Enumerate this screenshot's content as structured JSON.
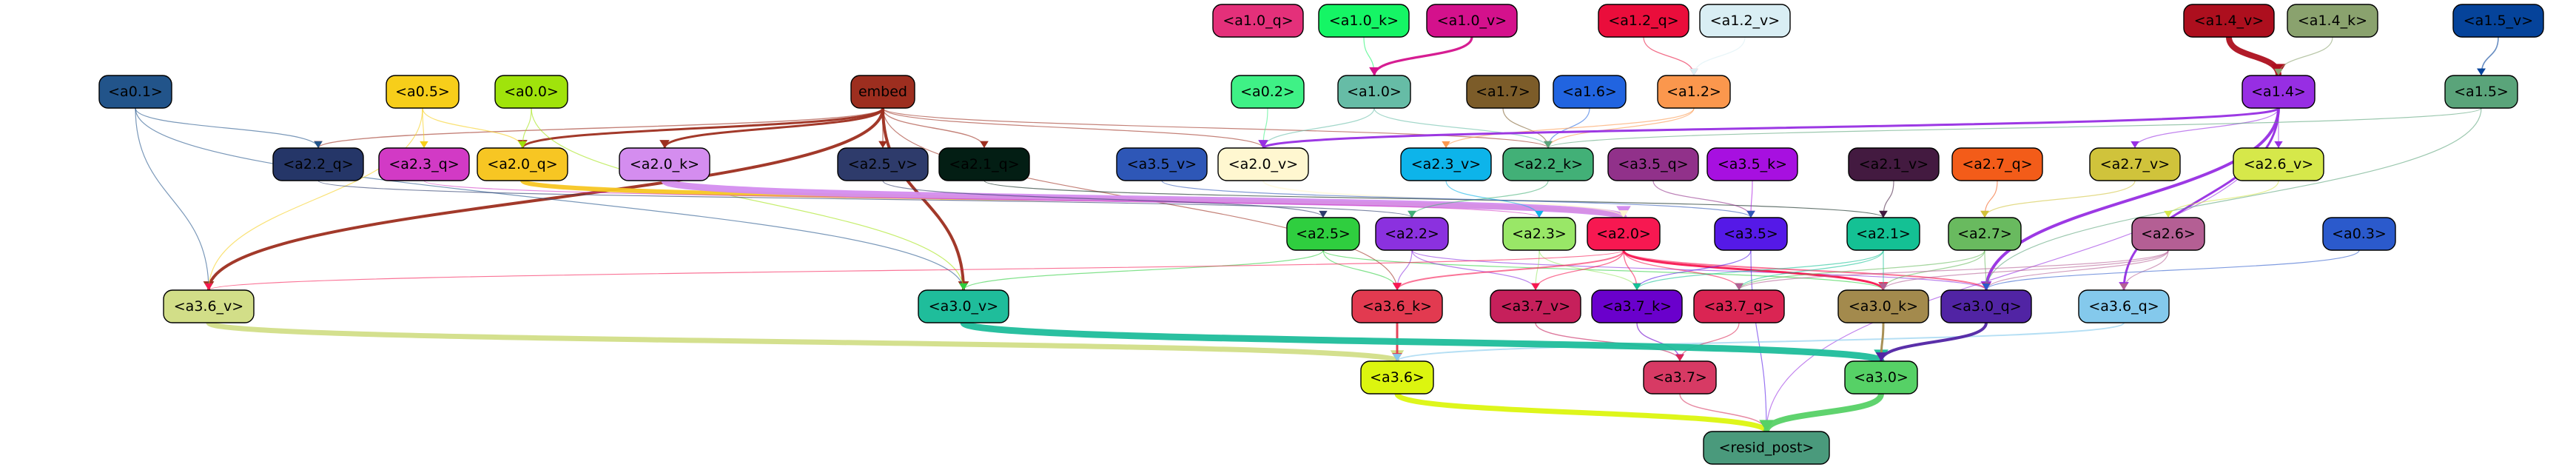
{
  "nodes": [
    {
      "id": "a1.0_q",
      "label": "<a1.0_q>",
      "fill": "#e4307a",
      "text": "#000000"
    },
    {
      "id": "a1.0_k",
      "label": "<a1.0_k>",
      "fill": "#15f565",
      "text": "#000000"
    },
    {
      "id": "a1.0_v",
      "label": "<a1.0_v>",
      "fill": "#d4118c",
      "text": "#000000"
    },
    {
      "id": "a1.2_q",
      "label": "<a1.2_q>",
      "fill": "#ea0d3b",
      "text": "#000000"
    },
    {
      "id": "a1.2_v",
      "label": "<a1.2_v>",
      "fill": "#d9eef4",
      "text": "#000000"
    },
    {
      "id": "a1.4_v",
      "label": "<a1.4_v>",
      "fill": "#ad0f1e",
      "text": "#000000"
    },
    {
      "id": "a1.4_k",
      "label": "<a1.4_k>",
      "fill": "#8aa26e",
      "text": "#000000"
    },
    {
      "id": "a1.5_v",
      "label": "<a1.5_v>",
      "fill": "#05439a",
      "text": "#000000"
    },
    {
      "id": "a0.1",
      "label": "<a0.1>",
      "fill": "#22548a",
      "text": "#000000"
    },
    {
      "id": "a0.5",
      "label": "<a0.5>",
      "fill": "#f7ce1a",
      "text": "#000000"
    },
    {
      "id": "a0.0",
      "label": "<a0.0>",
      "fill": "#a0e30b",
      "text": "#000000"
    },
    {
      "id": "embed",
      "label": "embed",
      "fill": "#9d2e1f",
      "text": "#000000"
    },
    {
      "id": "a0.2",
      "label": "<a0.2>",
      "fill": "#3ff186",
      "text": "#000000"
    },
    {
      "id": "a1.0",
      "label": "<a1.0>",
      "fill": "#66bca6",
      "text": "#000000"
    },
    {
      "id": "a1.7",
      "label": "<a1.7>",
      "fill": "#7c5c29",
      "text": "#000000"
    },
    {
      "id": "a1.6",
      "label": "<a1.6>",
      "fill": "#2164e0",
      "text": "#000000"
    },
    {
      "id": "a1.2",
      "label": "<a1.2>",
      "fill": "#fb974d",
      "text": "#000000"
    },
    {
      "id": "a1.4",
      "label": "<a1.4>",
      "fill": "#972ee3",
      "text": "#000000"
    },
    {
      "id": "a1.5",
      "label": "<a1.5>",
      "fill": "#5aa47a",
      "text": "#000000"
    },
    {
      "id": "a2.2_q",
      "label": "<a2.2_q>",
      "fill": "#253668",
      "text": "#000000"
    },
    {
      "id": "a2.3_q",
      "label": "<a2.3_q>",
      "fill": "#d23ac5",
      "text": "#000000"
    },
    {
      "id": "a2.0_q",
      "label": "<a2.0_q>",
      "fill": "#f7c623",
      "text": "#000000"
    },
    {
      "id": "a2.0_k",
      "label": "<a2.0_k>",
      "fill": "#d48def",
      "text": "#000000"
    },
    {
      "id": "a2.5_v",
      "label": "<a2.5_v>",
      "fill": "#2e3b6b",
      "text": "#000000"
    },
    {
      "id": "a2.1_q",
      "label": "<a2.1_q>",
      "fill": "#031e14",
      "text": "#000000"
    },
    {
      "id": "a3.5_v",
      "label": "<a3.5_v>",
      "fill": "#2e57b7",
      "text": "#000000"
    },
    {
      "id": "a2.0_v",
      "label": "<a2.0_v>",
      "fill": "#fff7d0",
      "text": "#000000"
    },
    {
      "id": "a2.3_v",
      "label": "<a2.3_v>",
      "fill": "#0db4ea",
      "text": "#000000"
    },
    {
      "id": "a2.2_k",
      "label": "<a2.2_k>",
      "fill": "#42b077",
      "text": "#000000"
    },
    {
      "id": "a3.5_q",
      "label": "<a3.5_q>",
      "fill": "#91318a",
      "text": "#000000"
    },
    {
      "id": "a3.5_k",
      "label": "<a3.5_k>",
      "fill": "#a710e0",
      "text": "#000000"
    },
    {
      "id": "a2.1_v",
      "label": "<a2.1_v>",
      "fill": "#431a40",
      "text": "#000000"
    },
    {
      "id": "a2.7_q",
      "label": "<a2.7_q>",
      "fill": "#f35c19",
      "text": "#000000"
    },
    {
      "id": "a2.7_v",
      "label": "<a2.7_v>",
      "fill": "#d0c33b",
      "text": "#000000"
    },
    {
      "id": "a2.6_v",
      "label": "<a2.6_v>",
      "fill": "#d6e84a",
      "text": "#000000"
    },
    {
      "id": "a2.5",
      "label": "<a2.5>",
      "fill": "#2fce3f",
      "text": "#000000"
    },
    {
      "id": "a2.2",
      "label": "<a2.2>",
      "fill": "#8b31df",
      "text": "#000000"
    },
    {
      "id": "a2.3",
      "label": "<a2.3>",
      "fill": "#99e767",
      "text": "#000000"
    },
    {
      "id": "a2.0",
      "label": "<a2.0>",
      "fill": "#f71851",
      "text": "#000000"
    },
    {
      "id": "a3.5",
      "label": "<a3.5>",
      "fill": "#5519e7",
      "text": "#000000"
    },
    {
      "id": "a2.1",
      "label": "<a2.1>",
      "fill": "#14c194",
      "text": "#000000"
    },
    {
      "id": "a2.7",
      "label": "<a2.7>",
      "fill": "#69ba5f",
      "text": "#000000"
    },
    {
      "id": "a2.6",
      "label": "<a2.6>",
      "fill": "#b45f94",
      "text": "#000000"
    },
    {
      "id": "a0.3",
      "label": "<a0.3>",
      "fill": "#2b5acc",
      "text": "#000000"
    },
    {
      "id": "a3.6_v",
      "label": "<a3.6_v>",
      "fill": "#d2de88",
      "text": "#000000"
    },
    {
      "id": "a3.0_v",
      "label": "<a3.0_v>",
      "fill": "#1fbd9b",
      "text": "#000000"
    },
    {
      "id": "a3.6_k",
      "label": "<a3.6_k>",
      "fill": "#e23a50",
      "text": "#000000"
    },
    {
      "id": "a3.7_v",
      "label": "<a3.7_v>",
      "fill": "#c6205b",
      "text": "#000000"
    },
    {
      "id": "a3.7_k",
      "label": "<a3.7_k>",
      "fill": "#6a00cc",
      "text": "#000000"
    },
    {
      "id": "a3.7_q",
      "label": "<a3.7_q>",
      "fill": "#da2553",
      "text": "#000000"
    },
    {
      "id": "a3.0_k",
      "label": "<a3.0_k>",
      "fill": "#a38a4d",
      "text": "#000000"
    },
    {
      "id": "a3.0_q",
      "label": "<a3.0_q>",
      "fill": "#5124a4",
      "text": "#000000"
    },
    {
      "id": "a3.6_q",
      "label": "<a3.6_q>",
      "fill": "#84c9ec",
      "text": "#000000"
    },
    {
      "id": "a3.6",
      "label": "<a3.6>",
      "fill": "#dcf50f",
      "text": "#000000"
    },
    {
      "id": "a3.7",
      "label": "<a3.7>",
      "fill": "#d73a64",
      "text": "#000000"
    },
    {
      "id": "a3.0",
      "label": "<a3.0>",
      "fill": "#56d166",
      "text": "#000000"
    },
    {
      "id": "resid_post",
      "label": "<resid_post>",
      "fill": "#4a9a7c",
      "text": "#000000"
    }
  ],
  "edges": [
    {
      "from": "a1.0_k",
      "to": "a1.0",
      "color": "#15f565",
      "weight": 1.2
    },
    {
      "from": "a1.0_v",
      "to": "a1.0",
      "color": "#d4118c",
      "weight": 3.2
    },
    {
      "from": "a1.2_q",
      "to": "a1.2",
      "color": "#ea0d3b",
      "weight": 1.2
    },
    {
      "from": "a1.2_v",
      "to": "a1.2",
      "color": "#d9eef4",
      "weight": 1.2
    },
    {
      "from": "a1.4_v",
      "to": "a1.4",
      "color": "#ad0f1e",
      "weight": 8
    },
    {
      "from": "a1.4_k",
      "to": "a1.4",
      "color": "#8aa26e",
      "weight": 1.2
    },
    {
      "from": "a1.5_v",
      "to": "a1.5",
      "color": "#05439a",
      "weight": 1.6
    },
    {
      "from": "embed",
      "to": "a2.0_q",
      "color": "#9d2e1f",
      "weight": 3
    },
    {
      "from": "embed",
      "to": "a2.0_k",
      "color": "#9d2e1f",
      "weight": 3
    },
    {
      "from": "embed",
      "to": "a2.2_q",
      "color": "#9d2e1f",
      "weight": 1.4
    },
    {
      "from": "embed",
      "to": "a2.5_v",
      "color": "#9d2e1f",
      "weight": 1.4
    },
    {
      "from": "embed",
      "to": "a2.1_q",
      "color": "#9d2e1f",
      "weight": 1.4
    },
    {
      "from": "embed",
      "to": "a2.0_v",
      "color": "#9d2e1f",
      "weight": 1.2
    },
    {
      "from": "embed",
      "to": "a2.2_k",
      "color": "#9d2e1f",
      "weight": 1.2
    },
    {
      "from": "embed",
      "to": "a3.6_v",
      "color": "#9d2e1f",
      "weight": 4
    },
    {
      "from": "embed",
      "to": "a3.0_v",
      "color": "#9d2e1f",
      "weight": 4
    },
    {
      "from": "embed",
      "to": "a3.6_k",
      "color": "#9d2e1f",
      "weight": 1.2
    },
    {
      "from": "a0.1",
      "to": "a2.2_q",
      "color": "#22548a",
      "weight": 1.2
    },
    {
      "from": "a0.1",
      "to": "a3.6_v",
      "color": "#22548a",
      "weight": 1.2
    },
    {
      "from": "a0.1",
      "to": "a3.0_v",
      "color": "#22548a",
      "weight": 1.2
    },
    {
      "from": "a0.5",
      "to": "a2.3_q",
      "color": "#f7ce1a",
      "weight": 1.2
    },
    {
      "from": "a0.5",
      "to": "a2.0_q",
      "color": "#f7ce1a",
      "weight": 1.2
    },
    {
      "from": "a0.5",
      "to": "a3.6_v",
      "color": "#f7ce1a",
      "weight": 1.2
    },
    {
      "from": "a0.0",
      "to": "a2.0_q",
      "color": "#a0e30b",
      "weight": 1.2
    },
    {
      "from": "a0.0",
      "to": "a3.0_v",
      "color": "#a0e30b",
      "weight": 1.2
    },
    {
      "from": "a0.2",
      "to": "a2.0_v",
      "color": "#3ff186",
      "weight": 1.2
    },
    {
      "from": "a1.0",
      "to": "a2.0_v",
      "color": "#66bca6",
      "weight": 1.2
    },
    {
      "from": "a1.0",
      "to": "a2.2_k",
      "color": "#66bca6",
      "weight": 1.2
    },
    {
      "from": "a1.7",
      "to": "a2.2_k",
      "color": "#7c5c29",
      "weight": 1.2
    },
    {
      "from": "a1.6",
      "to": "a2.2_k",
      "color": "#2164e0",
      "weight": 1.2
    },
    {
      "from": "a1.2",
      "to": "a2.2_k",
      "color": "#fb974d",
      "weight": 1.2
    },
    {
      "from": "a1.2",
      "to": "a2.3_v",
      "color": "#fb974d",
      "weight": 1.2
    },
    {
      "from": "a1.4",
      "to": "a2.0_v",
      "color": "#972ee3",
      "weight": 3
    },
    {
      "from": "a1.4",
      "to": "a2.7_v",
      "color": "#972ee3",
      "weight": 1.2
    },
    {
      "from": "a1.4",
      "to": "a2.6_v",
      "color": "#972ee3",
      "weight": 1.2
    },
    {
      "from": "a1.4",
      "to": "a3.0_q",
      "color": "#972ee3",
      "weight": 4
    },
    {
      "from": "a1.4",
      "to": "a3.6_q",
      "color": "#972ee3",
      "weight": 3
    },
    {
      "from": "a1.4",
      "to": "resid_post",
      "color": "#972ee3",
      "weight": 1.2
    },
    {
      "from": "a1.5",
      "to": "a2.2_k",
      "color": "#5aa47a",
      "weight": 1.2
    },
    {
      "from": "a1.5",
      "to": "a3.0_q",
      "color": "#5aa47a",
      "weight": 1.2
    },
    {
      "from": "a2.0_q",
      "to": "a2.0",
      "color": "#f7c623",
      "weight": 6
    },
    {
      "from": "a2.0_k",
      "to": "a2.0",
      "color": "#d48def",
      "weight": 9
    },
    {
      "from": "a2.0_v",
      "to": "a2.0",
      "color": "#fff7d0",
      "weight": 2
    },
    {
      "from": "a2.2_q",
      "to": "a2.2",
      "color": "#253668",
      "weight": 1.2
    },
    {
      "from": "a2.3_q",
      "to": "a2.3",
      "color": "#d23ac5",
      "weight": 1.2
    },
    {
      "from": "a2.5_v",
      "to": "a2.5",
      "color": "#2e3b6b",
      "weight": 1.2
    },
    {
      "from": "a2.1_q",
      "to": "a2.1",
      "color": "#031e14",
      "weight": 1.2
    },
    {
      "from": "a2.3_v",
      "to": "a2.3",
      "color": "#0db4ea",
      "weight": 1.2
    },
    {
      "from": "a2.2_k",
      "to": "a2.2",
      "color": "#42b077",
      "weight": 1.2
    },
    {
      "from": "a3.5_q",
      "to": "a3.5",
      "color": "#91318a",
      "weight": 1.2
    },
    {
      "from": "a3.5_k",
      "to": "a3.5",
      "color": "#a710e0",
      "weight": 1.2
    },
    {
      "from": "a3.5_v",
      "to": "a3.5",
      "color": "#2e57b7",
      "weight": 1.2
    },
    {
      "from": "a2.1_v",
      "to": "a2.1",
      "color": "#431a40",
      "weight": 1.2
    },
    {
      "from": "a2.7_q",
      "to": "a2.7",
      "color": "#f35c19",
      "weight": 1.2
    },
    {
      "from": "a2.7_v",
      "to": "a2.7",
      "color": "#d0c33b",
      "weight": 1.2
    },
    {
      "from": "a2.6_v",
      "to": "a2.6",
      "color": "#d6e84a",
      "weight": 1.2
    },
    {
      "from": "a2.5",
      "to": "a3.0_v",
      "color": "#2fce3f",
      "weight": 1.2
    },
    {
      "from": "a2.5",
      "to": "a3.6_k",
      "color": "#2fce3f",
      "weight": 1.2
    },
    {
      "from": "a2.5",
      "to": "a3.0_k",
      "color": "#2fce3f",
      "weight": 1.2
    },
    {
      "from": "a2.2",
      "to": "a3.6_k",
      "color": "#8b31df",
      "weight": 1.2
    },
    {
      "from": "a2.2",
      "to": "a3.7_v",
      "color": "#8b31df",
      "weight": 1.2
    },
    {
      "from": "a2.2",
      "to": "a3.0_q",
      "color": "#8b31df",
      "weight": 1.2
    },
    {
      "from": "a2.3",
      "to": "a3.7_v",
      "color": "#99e767",
      "weight": 1.2
    },
    {
      "from": "a2.3",
      "to": "a3.7_k",
      "color": "#99e767",
      "weight": 1.2
    },
    {
      "from": "a2.0",
      "to": "a3.6_k",
      "color": "#f71851",
      "weight": 2
    },
    {
      "from": "a2.0",
      "to": "a3.7_v",
      "color": "#f71851",
      "weight": 1.4
    },
    {
      "from": "a2.0",
      "to": "a3.7_k",
      "color": "#f71851",
      "weight": 1.4
    },
    {
      "from": "a2.0",
      "to": "a3.7_q",
      "color": "#f71851",
      "weight": 1.4
    },
    {
      "from": "a2.0",
      "to": "a3.0_k",
      "color": "#f71851",
      "weight": 3
    },
    {
      "from": "a2.0",
      "to": "a3.0_q",
      "color": "#f71851",
      "weight": 2
    },
    {
      "from": "a2.0",
      "to": "a3.6_v",
      "color": "#f71851",
      "weight": 1.2
    },
    {
      "from": "a3.5",
      "to": "a3.7_k",
      "color": "#5519e7",
      "weight": 1.2
    },
    {
      "from": "a3.5",
      "to": "resid_post",
      "color": "#5519e7",
      "weight": 1.2
    },
    {
      "from": "a2.1",
      "to": "a3.7_k",
      "color": "#14c194",
      "weight": 1.2
    },
    {
      "from": "a2.1",
      "to": "a3.7_q",
      "color": "#14c194",
      "weight": 1.2
    },
    {
      "from": "a2.1",
      "to": "a3.0_k",
      "color": "#14c194",
      "weight": 1.2
    },
    {
      "from": "a2.7",
      "to": "a3.7_q",
      "color": "#69ba5f",
      "weight": 1.2
    },
    {
      "from": "a2.7",
      "to": "a3.0_k",
      "color": "#69ba5f",
      "weight": 1.2
    },
    {
      "from": "a2.7",
      "to": "a3.0_q",
      "color": "#69ba5f",
      "weight": 1.2
    },
    {
      "from": "a2.6",
      "to": "a3.7_q",
      "color": "#b45f94",
      "weight": 1.2
    },
    {
      "from": "a2.6",
      "to": "a3.0_k",
      "color": "#b45f94",
      "weight": 1.2
    },
    {
      "from": "a2.6",
      "to": "a3.0_q",
      "color": "#b45f94",
      "weight": 1.2
    },
    {
      "from": "a2.6",
      "to": "a3.6_q",
      "color": "#b45f94",
      "weight": 1.2
    },
    {
      "from": "a0.3",
      "to": "a3.0_q",
      "color": "#2b5acc",
      "weight": 1.2
    },
    {
      "from": "a3.6_v",
      "to": "a3.6",
      "color": "#d2de88",
      "weight": 7
    },
    {
      "from": "a3.6_k",
      "to": "a3.6",
      "color": "#e23a50",
      "weight": 3
    },
    {
      "from": "a3.6_q",
      "to": "a3.6",
      "color": "#84c9ec",
      "weight": 2
    },
    {
      "from": "a3.7_v",
      "to": "a3.7",
      "color": "#c6205b",
      "weight": 1.4
    },
    {
      "from": "a3.7_k",
      "to": "a3.7",
      "color": "#6a00cc",
      "weight": 1.4
    },
    {
      "from": "a3.7_q",
      "to": "a3.7",
      "color": "#da2553",
      "weight": 1.2
    },
    {
      "from": "a3.0_v",
      "to": "a3.0",
      "color": "#1fbd9b",
      "weight": 9
    },
    {
      "from": "a3.0_k",
      "to": "a3.0",
      "color": "#a38a4d",
      "weight": 3
    },
    {
      "from": "a3.0_q",
      "to": "a3.0",
      "color": "#5124a4",
      "weight": 4
    },
    {
      "from": "a3.6",
      "to": "resid_post",
      "color": "#dcf50f",
      "weight": 7
    },
    {
      "from": "a3.7",
      "to": "resid_post",
      "color": "#d73a64",
      "weight": 1.4
    },
    {
      "from": "a3.0",
      "to": "resid_post",
      "color": "#56d166",
      "weight": 8
    }
  ]
}
